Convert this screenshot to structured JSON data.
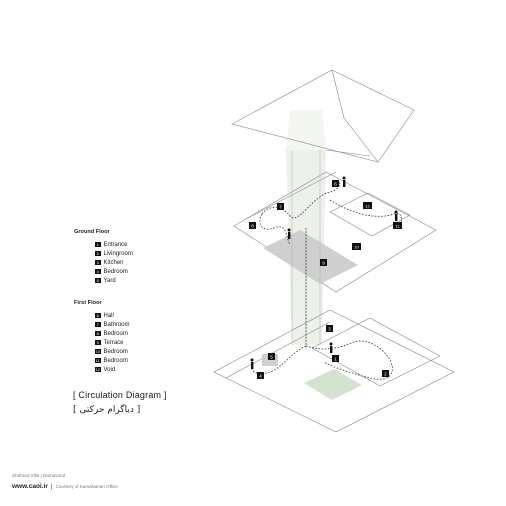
{
  "legend": {
    "ground_floor": {
      "heading": "Ground Floor",
      "items": [
        {
          "num": "1",
          "label": "Entrance"
        },
        {
          "num": "2",
          "label": "Livingroom"
        },
        {
          "num": "3",
          "label": "Kitchen"
        },
        {
          "num": "4",
          "label": "Bedroom"
        },
        {
          "num": "5",
          "label": "Yard"
        }
      ]
    },
    "first_floor": {
      "heading": "First Floor",
      "items": [
        {
          "num": "6",
          "label": "Hall"
        },
        {
          "num": "7",
          "label": "Bathroom"
        },
        {
          "num": "8",
          "label": "Bedroom"
        },
        {
          "num": "9",
          "label": "Terrace"
        },
        {
          "num": "10",
          "label": "Bedroom"
        },
        {
          "num": "11",
          "label": "Bedroom"
        },
        {
          "num": "12",
          "label": "Void"
        }
      ]
    }
  },
  "title": {
    "english": "[  Circulation Diagram  ]",
    "persian": "[ دیاگرام حرکتی ]"
  },
  "diagram_labels": {
    "n1": "1",
    "n2": "2",
    "n3": "3",
    "n4": "4",
    "n5": "5",
    "n6": "6",
    "n7": "7",
    "n8": "8",
    "n9": "9",
    "n10": "10",
    "n11": "11",
    "n12": "12"
  },
  "credits": {
    "project": "Shahrad Villa | Damavand",
    "site": "www.caoi.ir",
    "separator": "|",
    "courtesy": "Courtesy of Kamalvanan Office"
  },
  "colors": {
    "line": "#8a8a8a",
    "grey_zone": "#cfcfcf",
    "green_zone": "#d3e3cf",
    "shaft": "#e9efe6",
    "marker": "#111111"
  }
}
